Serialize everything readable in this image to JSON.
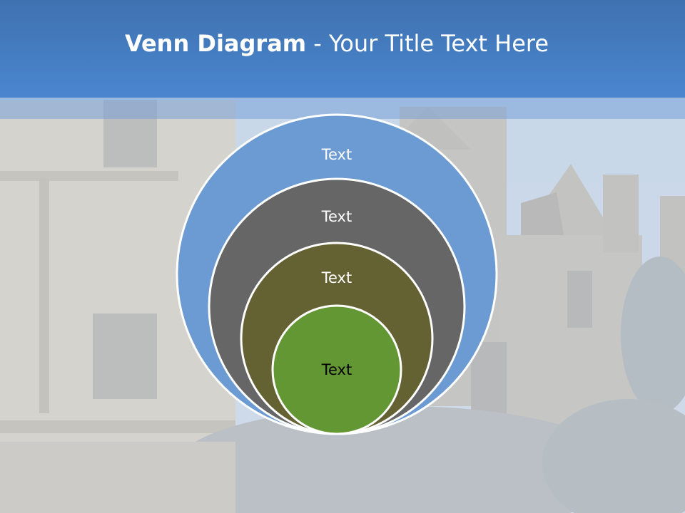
{
  "slide": {
    "title_bold": "Venn Diagram",
    "title_rest": " - Your Title Text Here"
  },
  "diagram": {
    "type": "nested-circles",
    "circles": [
      {
        "label": "Text",
        "fill": "#6b9bd2",
        "label_color": "#ffffff"
      },
      {
        "label": "Text",
        "fill": "#666666",
        "label_color": "#ffffff"
      },
      {
        "label": "Text",
        "fill": "#646133",
        "label_color": "#ffffff"
      },
      {
        "label": "Text",
        "fill": "#629734",
        "label_color": "#000000"
      }
    ],
    "outline_color": "#ffffff"
  },
  "colors": {
    "header": "#4a86cf",
    "background_wash": "#c9d3e0"
  }
}
